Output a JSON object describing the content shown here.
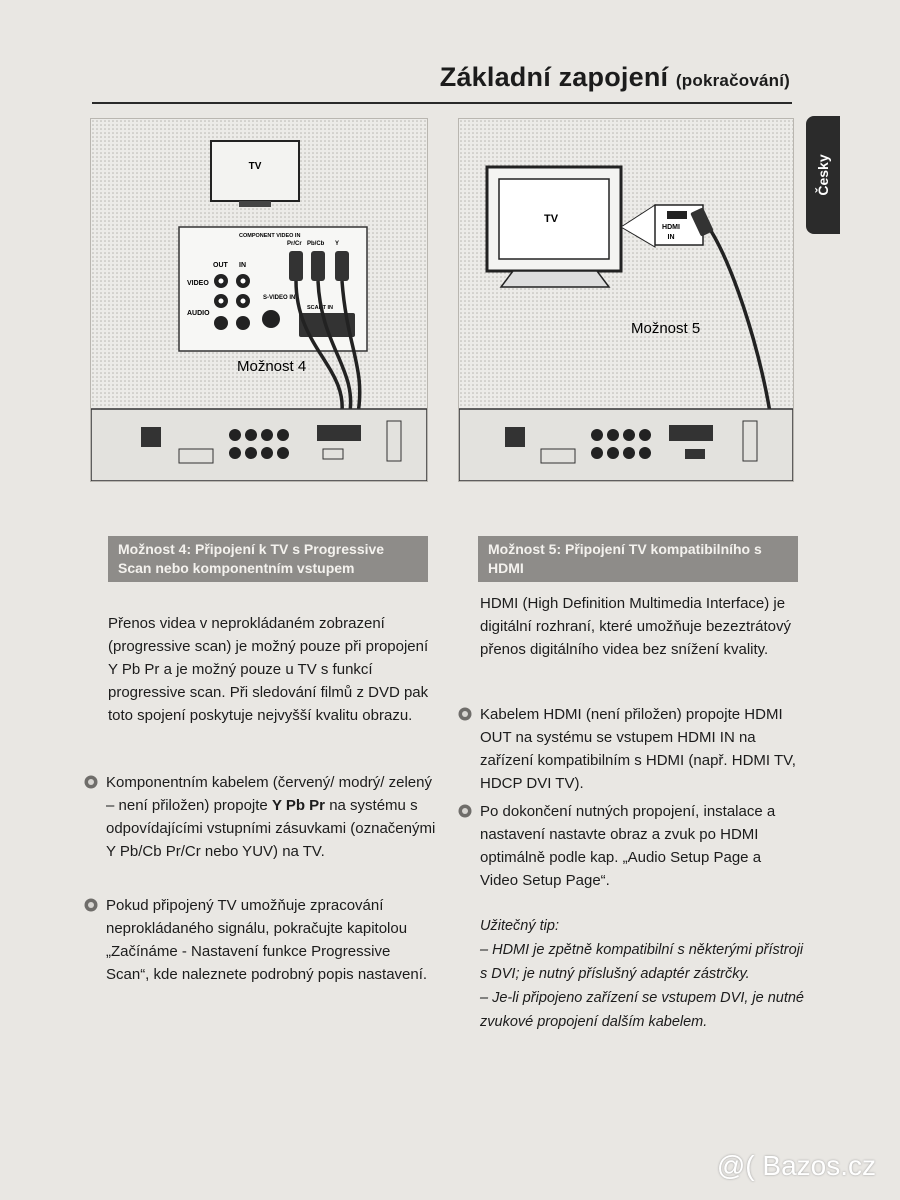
{
  "header": {
    "title": "Základní zapojení",
    "subtitle": "(pokračování)",
    "language_tab": "Česky"
  },
  "figure_left": {
    "tv_label": "TV",
    "option_label": "Možnost 4",
    "labels": [
      "COMPONENT VIDEO IN",
      "Pr/Cr",
      "Pb/Cb",
      "Y",
      "OUT",
      "IN",
      "VIDEO",
      "AUDIO",
      "S-VIDEO IN",
      "SCART IN"
    ]
  },
  "figure_right": {
    "tv_label": "TV",
    "hdmi_label": "HDMI IN",
    "option_label": "Možnost 5"
  },
  "left_column": {
    "heading": "Možnost 4: Připojení k TV s Progressive Scan nebo komponentním vstupem",
    "intro": "Přenos videa v neprokládaném zobrazení (progressive scan) je možný pouze při propojení Y Pb Pr a je možný pouze u TV s funkcí progressive scan. Při sledování filmů z DVD pak toto spojení poskytuje nejvyšší kvalitu obrazu.",
    "step1_a": "Komponentním kabelem (červený/ modrý/ zelený – není přiložen) propojte ",
    "step1_bold": "Y Pb Pr",
    "step1_b": " na systému s odpovídajícími vstupními zásuvkami (označenými Y Pb/Cb Pr/Cr nebo YUV) na TV.",
    "step2": "Pokud připojený TV umožňuje zpracování neprokládaného signálu, pokračujte kapitolou „Začínáme - Nastavení funkce Progressive Scan“, kde naleznete podrobný popis nastavení."
  },
  "right_column": {
    "heading": "Možnost 5: Připojení TV kompatibilního s HDMI",
    "intro": "HDMI (High Definition Multimedia Interface) je digitální rozhraní, které umožňuje bezeztrátový přenos digitálního videa bez snížení kvality.",
    "step1": "Kabelem HDMI (není přiložen) propojte HDMI OUT na systému se vstupem HDMI IN na zařízení kompatibilním s HDMI (např. HDMI TV, HDCP DVI TV).",
    "step2": "Po dokončení nutných propojení, instalace a nastavení nastavte obraz a zvuk po HDMI optimálně podle kap. „Audio Setup Page a Video Setup Page“.",
    "tip_title": "Užitečný tip:",
    "tip_1": "–   HDMI je zpětně kompatibilní s některými přístroji s DVI; je nutný příslušný adaptér zástrčky.",
    "tip_2": "–   Je-li připojeno zařízení se vstupem DVI, je nutné zvukové propojení dalším kabelem."
  },
  "watermark": "@( Bazos.cz"
}
